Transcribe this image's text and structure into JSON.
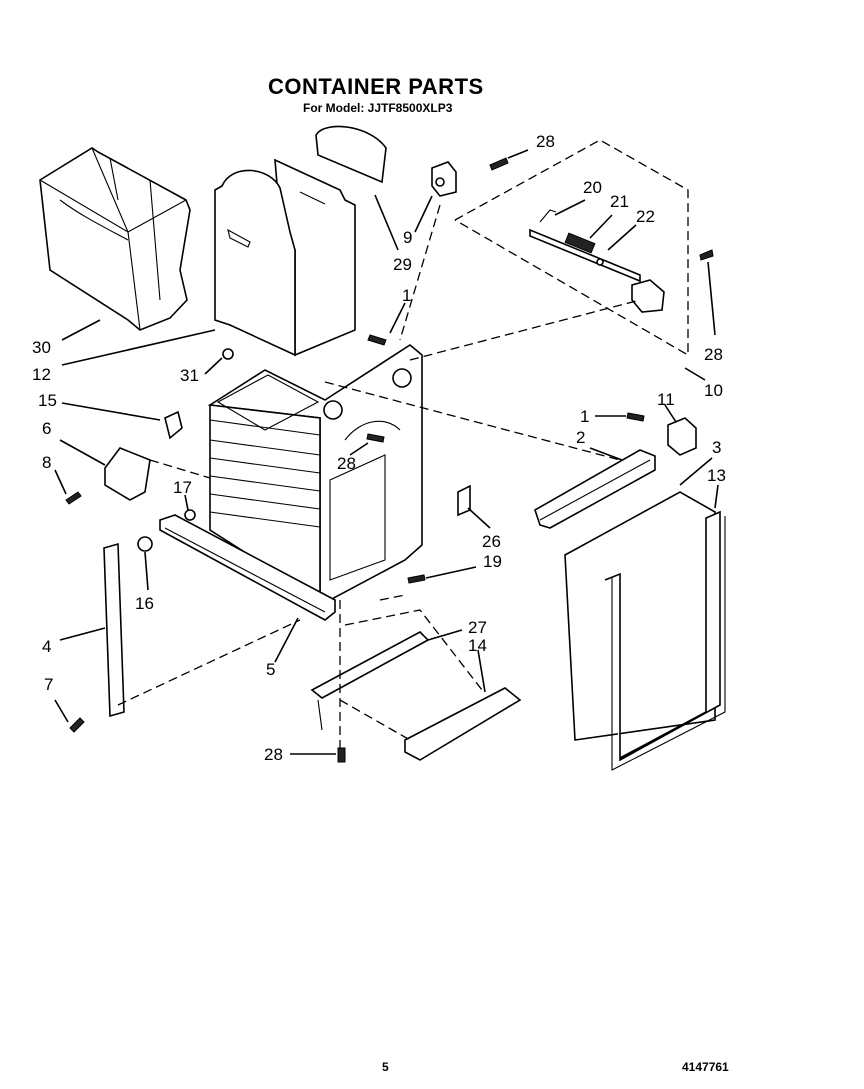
{
  "header": {
    "title": "CONTAINER PARTS",
    "subtitle": "For Model: JJTF8500XLP3"
  },
  "footer": {
    "page_number": "5",
    "document_number": "4147761"
  },
  "callouts": {
    "c28a": "28",
    "c9": "9",
    "c29": "29",
    "c20": "20",
    "c21": "21",
    "c22": "22",
    "c28b": "28",
    "c10": "10",
    "c1a": "1",
    "c30": "30",
    "c12": "12",
    "c31": "31",
    "c15": "15",
    "c6": "6",
    "c8": "8",
    "c28c": "28",
    "c1b": "1",
    "c11": "11",
    "c2": "2",
    "c3": "3",
    "c13": "13",
    "c17": "17",
    "c26": "26",
    "c16": "16",
    "c19": "19",
    "c4": "4",
    "c5": "5",
    "c27": "27",
    "c14": "14",
    "c7": "7",
    "c28d": "28"
  }
}
